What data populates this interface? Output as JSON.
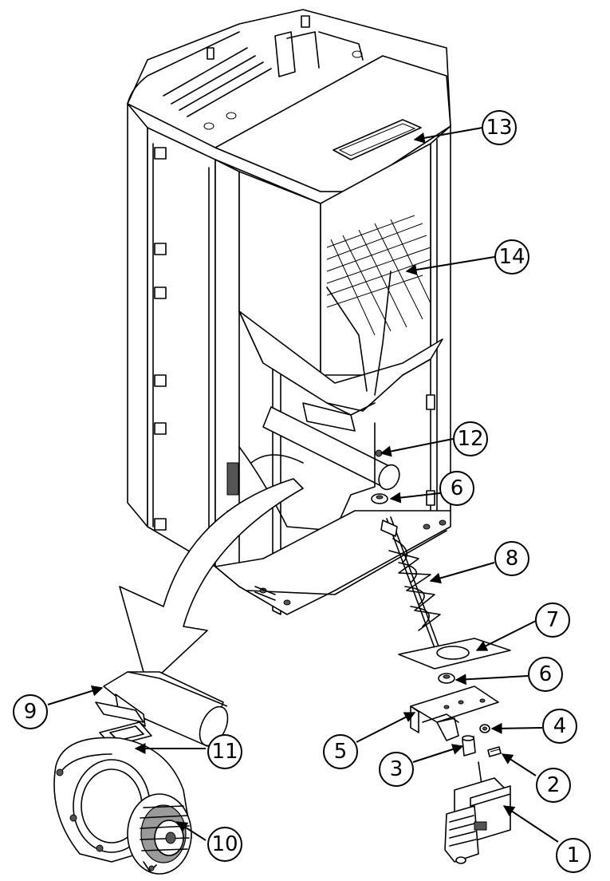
{
  "callouts": [
    {
      "label": "13"
    },
    {
      "label": "14"
    },
    {
      "label": "12"
    },
    {
      "label": "6"
    },
    {
      "label": "8"
    },
    {
      "label": "7"
    },
    {
      "label": "6"
    },
    {
      "label": "4"
    },
    {
      "label": "5"
    },
    {
      "label": "2"
    },
    {
      "label": "3"
    },
    {
      "label": "1"
    },
    {
      "label": "9"
    },
    {
      "label": "11"
    },
    {
      "label": "10"
    }
  ],
  "colors": {
    "line": "#000000",
    "background": "#ffffff",
    "shade": "#9a9a9a"
  }
}
